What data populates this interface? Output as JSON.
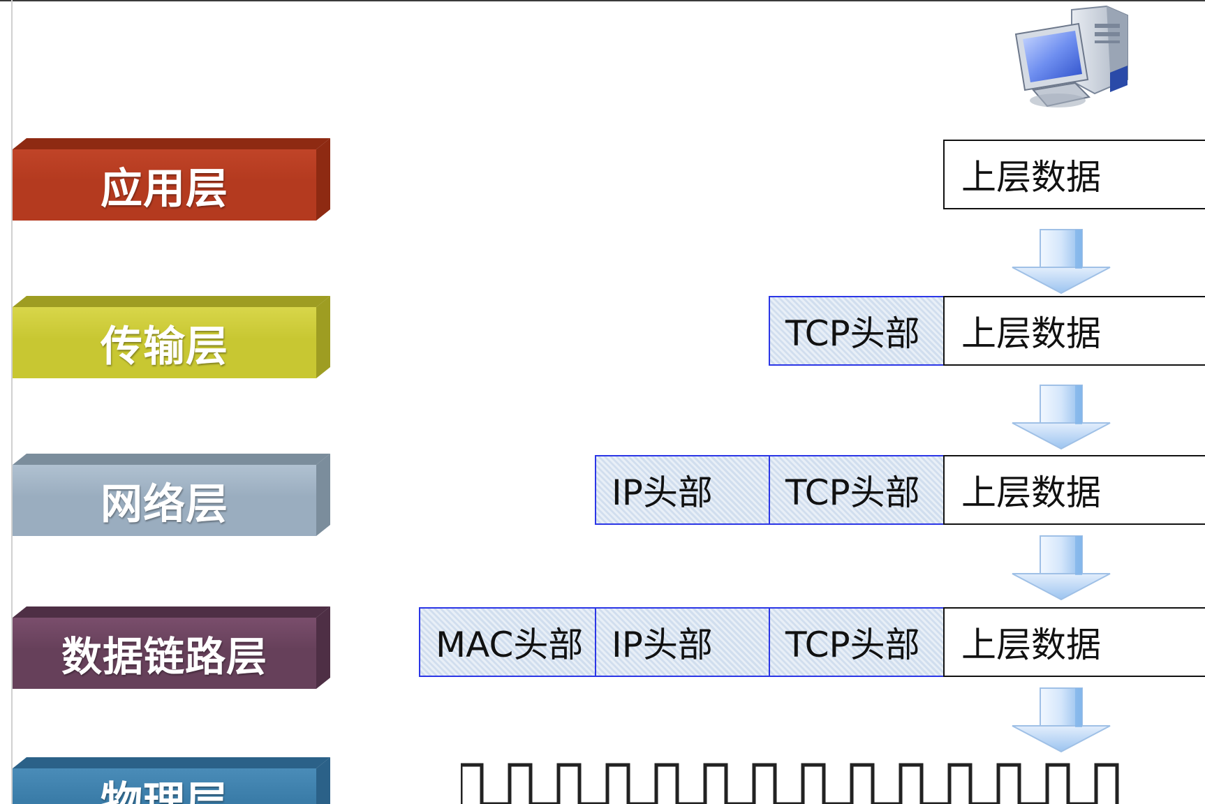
{
  "layers": [
    {
      "label": "应用层",
      "color": "#b43a1f",
      "top_color": "#8e2a12",
      "side_color": "#c04428"
    },
    {
      "label": "传输层",
      "color": "#c8c732",
      "top_color": "#9e9d22",
      "side_color": "#d8d64a"
    },
    {
      "label": "网络层",
      "color": "#9aadbf",
      "top_color": "#7b8d9c",
      "side_color": "#b0c1d1"
    },
    {
      "label": "数据链路层",
      "color": "#66405a",
      "top_color": "#4e2f45",
      "side_color": "#7a4e6c"
    },
    {
      "label": "物理层",
      "color": "#3a7ca8",
      "top_color": "#2b6188",
      "side_color": "#4a8cb8"
    }
  ],
  "packets": {
    "application": {
      "data": "上层数据"
    },
    "transport": {
      "tcp": "TCP头部",
      "data": "上层数据"
    },
    "network": {
      "ip": "IP头部",
      "tcp": "TCP头部",
      "data": "上层数据"
    },
    "datalink": {
      "mac": "MAC头部",
      "ip": "IP头部",
      "tcp": "TCP头部",
      "data": "上层数据"
    }
  },
  "icons": {
    "computer": "computer-icon",
    "arrow": "arrow-down-icon",
    "signal": "square-wave-icon"
  },
  "colors": {
    "header_border": "#2b36e6",
    "header_fill": "#dbe6f3",
    "arrow_light": "#eaf3fd",
    "arrow_dark": "#7fb3ea"
  }
}
